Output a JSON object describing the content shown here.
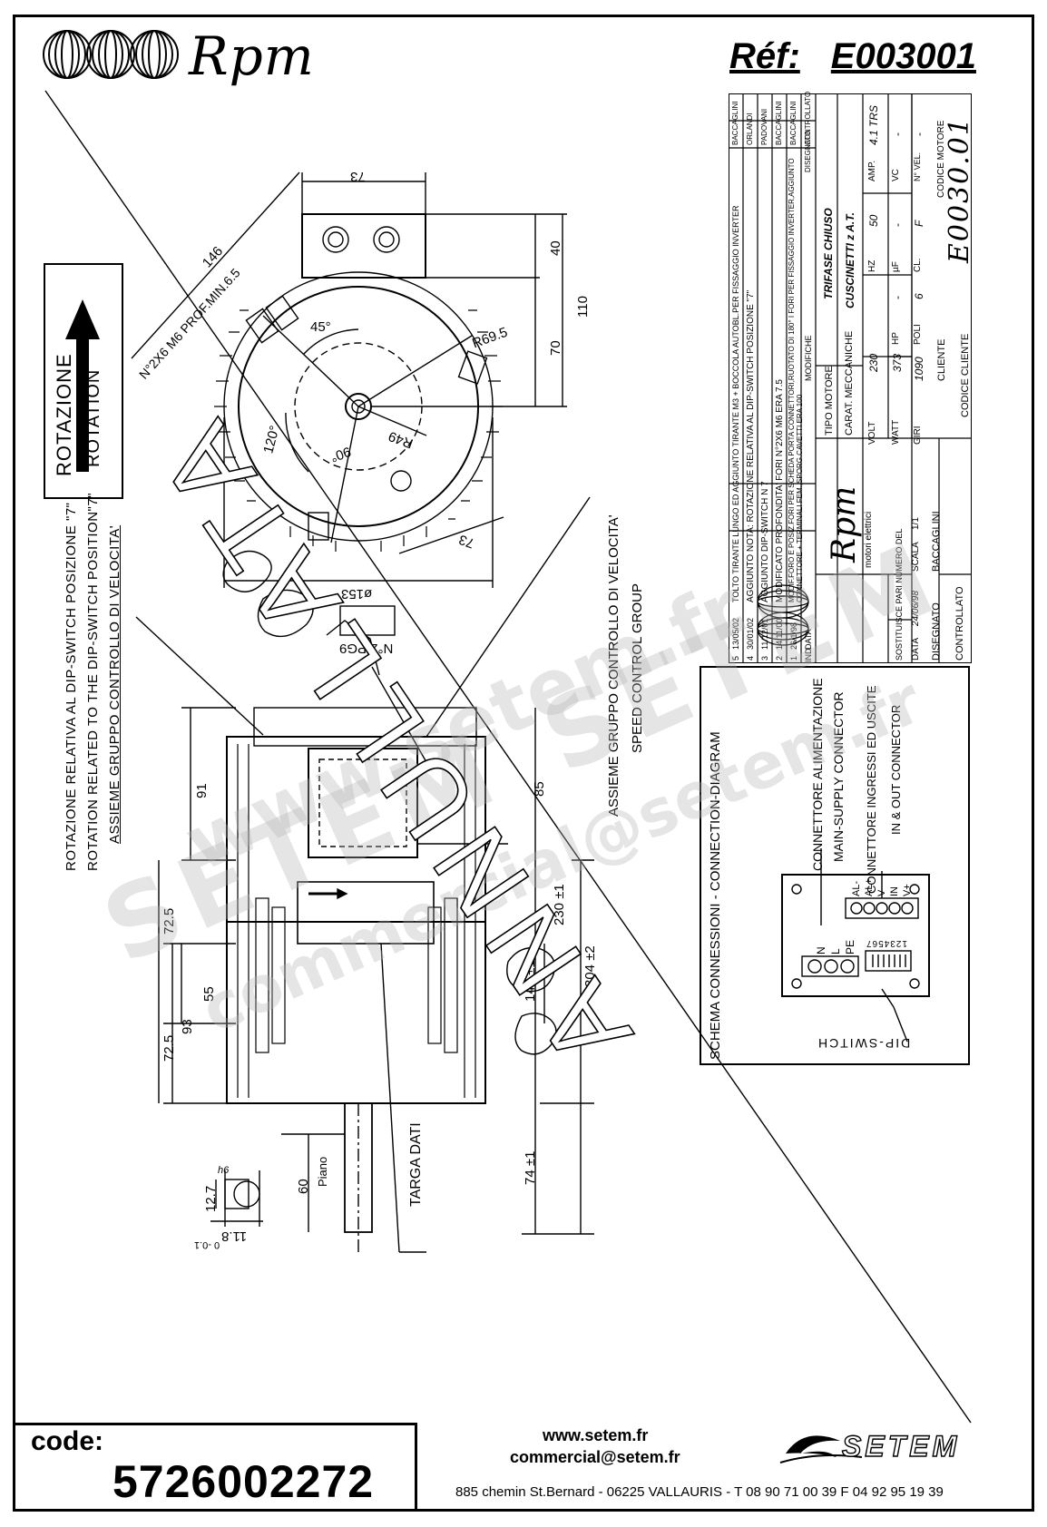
{
  "header": {
    "brand": "Rpm",
    "ref_label": "Réf:",
    "ref_value": "E003001"
  },
  "rotation": {
    "label_it": "ROTAZIONE",
    "label_en": "ROTATION"
  },
  "notes": {
    "note_it": "ROTAZIONE RELATIVA AL DIP-SWITCH POSIZIONE \"7\"",
    "note_en": "ROTATION RELATED TO THE DIP-SWITCH POSITION\"7\"",
    "assembly": "ASSIEME GRUPPO CONTROLLO DI VELOCITA'",
    "speed_it": "ASSIEME GRUPPO CONTROLLO DI VELOCITA'",
    "speed_en": "SPEED CONTROL GROUP",
    "targa": "TARGA DATI",
    "piano": "Piano",
    "pg9": "N°2 PG9"
  },
  "dimensions": {
    "d73_top": "73",
    "d146": "146",
    "holes": "N°2X6 M6 PROF.MIN.6.5",
    "d40": "40",
    "d110": "110",
    "d70": "70",
    "r69": "R69.5",
    "a45": "45°",
    "a120": "120°",
    "a90": "90°",
    "r49": "R49",
    "d73_side": "73",
    "d153": "ø153",
    "d91": "91",
    "d85": "85",
    "d72a": "72.5",
    "d72b": "72.5",
    "d55": "55",
    "d93": "93",
    "d230": "230 ±1",
    "d145": "145 ±1",
    "d304": "304 ±2",
    "d74": "74 ±1",
    "d60": "60",
    "d12_7": "12.7",
    "d11_8": "11.8",
    "h6": "h6",
    "tol": "0 -0.1"
  },
  "schema": {
    "title": "SCHEMA CONNESSIONI - CONNECTION-DIAGRAM",
    "conn_supply_it": "CONNETTORE ALIMENTAZIONE",
    "conn_supply_en": "MAIN-SUPPLY CONNECTOR",
    "conn_io_it": "CONNETTORE INGRESSI ED USCITE",
    "conn_io_en": "IN & OUT CONNECTOR",
    "dip": "DIP-SWITCH",
    "terminals_left": [
      "N",
      "L",
      "PE"
    ],
    "terminals_right": [
      "AL-",
      "AL+",
      "V-",
      "IN",
      "V+"
    ],
    "dip_numbers": "1234567"
  },
  "title_block": {
    "revisions": [
      {
        "ind": "5",
        "date": "13/05/02",
        "text": "TOLTO TIRANTE LUNGO ED AGGIUNTO TIRANTE M3 + BOCCOLA AUTOBL.PER FISSAGGIO INVERTER",
        "by": "BACCAGLINI"
      },
      {
        "ind": "4",
        "date": "30/01/02",
        "text": "AGGIUNTO NOTA: ROTAZIONE RELATIVA AL DIP-SWITCH POSIZIONE \"7\"",
        "by": "ORLANDI"
      },
      {
        "ind": "3",
        "date": "11/12/01",
        "text": "AGGIUNTO DIP-SWITCH N 7",
        "by": "PADOVANI"
      },
      {
        "ind": "2",
        "date": "14/11/00",
        "text": "MODIFICATO PROFONDITA' FORI N°2X6 M6 ERA 7.5",
        "by": "BACCAGLINI"
      },
      {
        "ind": "1",
        "date": "26/1/98",
        "text": "MODIF.FORO E POSIZ.FORI PER SCHEDA PORTA CONNETTORI,RUOTATO DI 180° I FORI PER FISSAGGIO INVERTER,AGGIUNTO CONNETTORE + TERMINALI FEM.,SPORG.CAVETTI ERA 100",
        "by": "BACCAGLINI"
      }
    ],
    "rev_header": {
      "ind": "IND",
      "data": "DATA",
      "modifiche": "MODIFICHE",
      "disegnato": "DISEGNATO",
      "controllato": "CONTROLLATO"
    },
    "brand": "Rpm",
    "brand_sub": "motori elettrici",
    "tipo_motore_label": "TIPO MOTORE",
    "tipo_motore": "TRIFASE CHIUSO",
    "carat_label": "CARAT. MECCANICHE",
    "carat": "CUSCINETTI z A.T.",
    "rows": [
      [
        {
          "k": "VOLT",
          "v": "230"
        },
        {
          "k": "HZ",
          "v": "50"
        },
        {
          "k": "AMP.",
          "v": "4.1 TRS"
        }
      ],
      [
        {
          "k": "WATT",
          "v": "373"
        },
        {
          "k": "HP",
          "v": "-"
        },
        {
          "k": "µF",
          "v": "-"
        },
        {
          "k": "VC",
          "v": "-"
        }
      ],
      [
        {
          "k": "GIRI",
          "v": "1090"
        },
        {
          "k": "POLI",
          "v": "6"
        },
        {
          "k": "CL.",
          "v": "F"
        },
        {
          "k": "N° VEL.",
          "v": "-"
        }
      ]
    ],
    "cliente_label": "CLIENTE",
    "codice_motore_label": "CODICE MOTORE",
    "codice_motore": "E0030.01",
    "sostituisce": "SOSTITUISCE PARI NUMERO DEL",
    "data_label": "DATA",
    "data_value": "24/06/98",
    "scala_label": "SCALA",
    "scala_value": "1/1",
    "disegnato_label": "DISEGNATO",
    "disegnato_value": "BACCAGLINI",
    "controllato_label": "CONTROLLATO",
    "codice_cliente_label": "CODICE CLIENTE"
  },
  "stamp": "ANNULLATA",
  "watermark": {
    "site": "www.setem.fr",
    "brand": "SETEM",
    "mail": "commercial@setem.fr"
  },
  "footer": {
    "code_label": "code:",
    "code_value": "5726002272",
    "web": "www.setem.fr",
    "mail": "commercial@setem.fr",
    "address": "885 chemin St.Bernard  -  06225 VALLAURIS  -  T 08 90 71 00 39  F 04 92 95 19 39",
    "setem": "SETEM"
  }
}
